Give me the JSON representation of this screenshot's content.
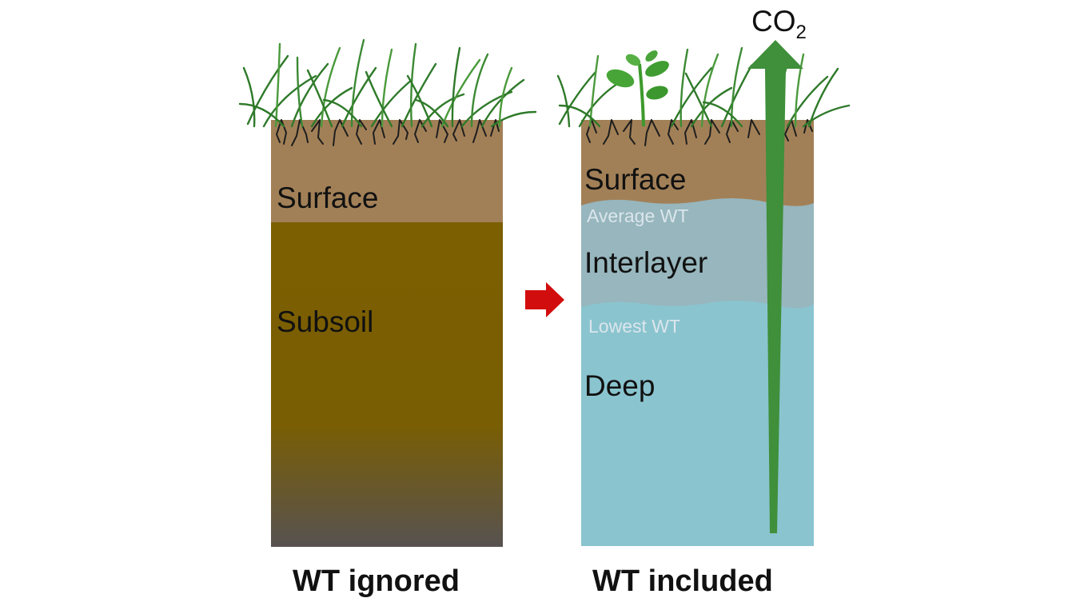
{
  "colors": {
    "surface_soil": "#a28057",
    "subsoil": "#7c5f00",
    "subsoil_bottom": "#575250",
    "water_interlayer": "#97b6bd",
    "water_deep": "#8ac4cf",
    "arrow_red": "#d20d0d",
    "co2_arrow": "#3f8f3b",
    "grass": "#2f7a2a",
    "roots": "#1e1e1e"
  },
  "left_column": {
    "surface_label": "Surface",
    "subsoil_label": "Subsoil",
    "caption": "WT ignored"
  },
  "right_column": {
    "surface_label": "Surface",
    "average_wt_label": "Average WT",
    "interlayer_label": "Interlayer",
    "lowest_wt_label": "Lowest WT",
    "deep_label": "Deep",
    "caption": "WT included"
  },
  "co2": {
    "main": "CO",
    "subscript": "2"
  },
  "icons": [
    "grass-icon",
    "seedling-icon",
    "right-arrow-icon",
    "co2-up-arrow-icon"
  ]
}
